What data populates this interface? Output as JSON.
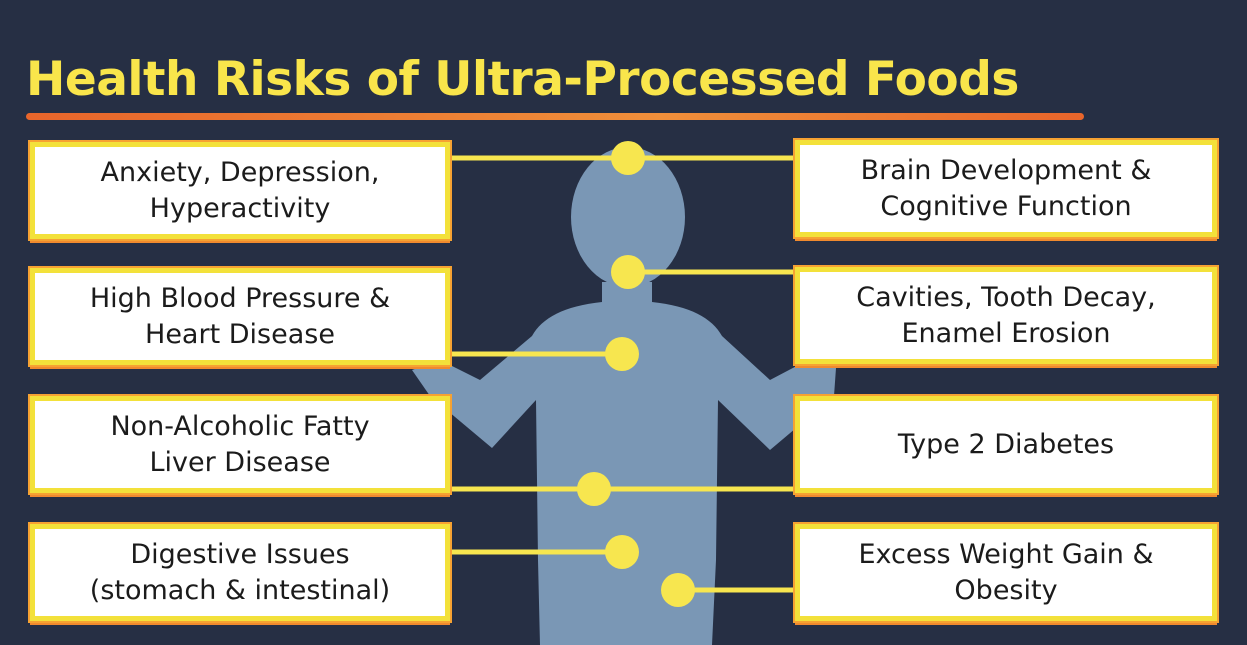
{
  "title": "Health Risks of Ultra-Processed Foods",
  "colors": {
    "background": "#262f44",
    "title": "#f9e54b",
    "accent_orange": "#f08f3a",
    "box_border": "#f3e13a",
    "body": "#7a97b5",
    "marker": "#f7e64f"
  },
  "left_risks": [
    {
      "label": "Anxiety, Depression,\nHyperactivity"
    },
    {
      "label": "High Blood Pressure &\nHeart Disease"
    },
    {
      "label": "Non-Alcoholic Fatty\nLiver Disease"
    },
    {
      "label": "Digestive Issues\n(stomach & intestinal)"
    }
  ],
  "right_risks": [
    {
      "label": "Brain Development &\nCognitive Function"
    },
    {
      "label": "Cavities, Tooth Decay,\nEnamel Erosion"
    },
    {
      "label": "Type 2 Diabetes"
    },
    {
      "label": "Excess Weight Gain &\nObesity"
    }
  ]
}
